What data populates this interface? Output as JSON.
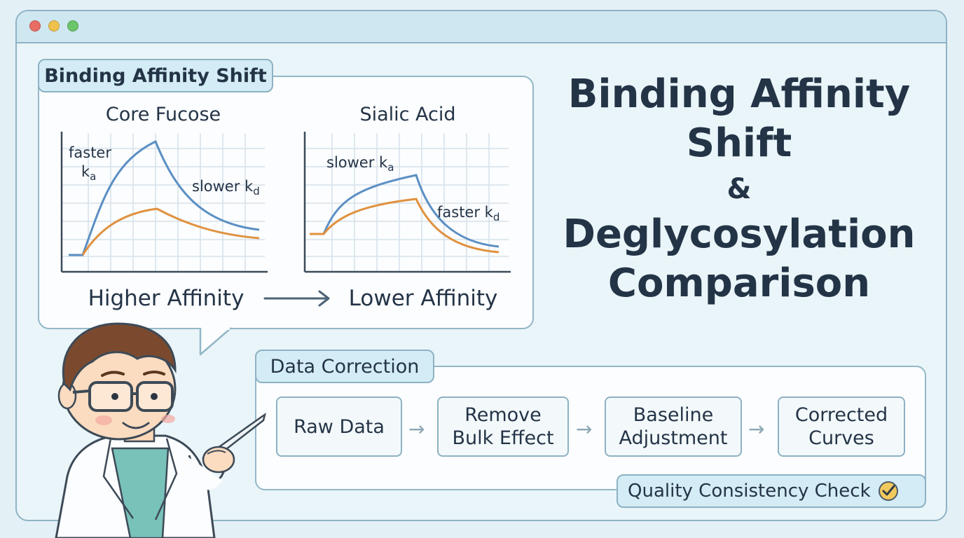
{
  "bubble": {
    "tag": "Binding Affinity Shift",
    "left_title": "Core Fucose",
    "right_title": "Sialic Acid",
    "left_bottom": "Higher Affinity",
    "right_bottom": "Lower Affinity",
    "left_ann_1": "faster",
    "left_ann_2": "k",
    "left_ann_2_sub": "a",
    "left_ann_3": "slower k",
    "left_ann_3_sub": "d",
    "right_ann_1": "slower k",
    "right_ann_1_sub": "a",
    "right_ann_2": "faster k",
    "right_ann_2_sub": "d"
  },
  "main_title": {
    "line1": "Binding Affinity",
    "line2": "Shift",
    "amp": "&",
    "line3": "Deglycosylation",
    "line4": "Comparison"
  },
  "correction": {
    "tag": "Data Correction",
    "steps": [
      {
        "line1": "Raw Data",
        "line2": ""
      },
      {
        "line1": "Remove",
        "line2": "Bulk Effect"
      },
      {
        "line1": "Baseline",
        "line2": "Adjustment"
      },
      {
        "line1": "Corrected",
        "line2": "Curves"
      }
    ],
    "quality": "Quality Consistency Check"
  },
  "colors": {
    "blue_curve": "#5b8fc4",
    "orange_curve": "#e0913f",
    "border": "#8fb3c4",
    "tag_fill": "#d4ecf5"
  }
}
